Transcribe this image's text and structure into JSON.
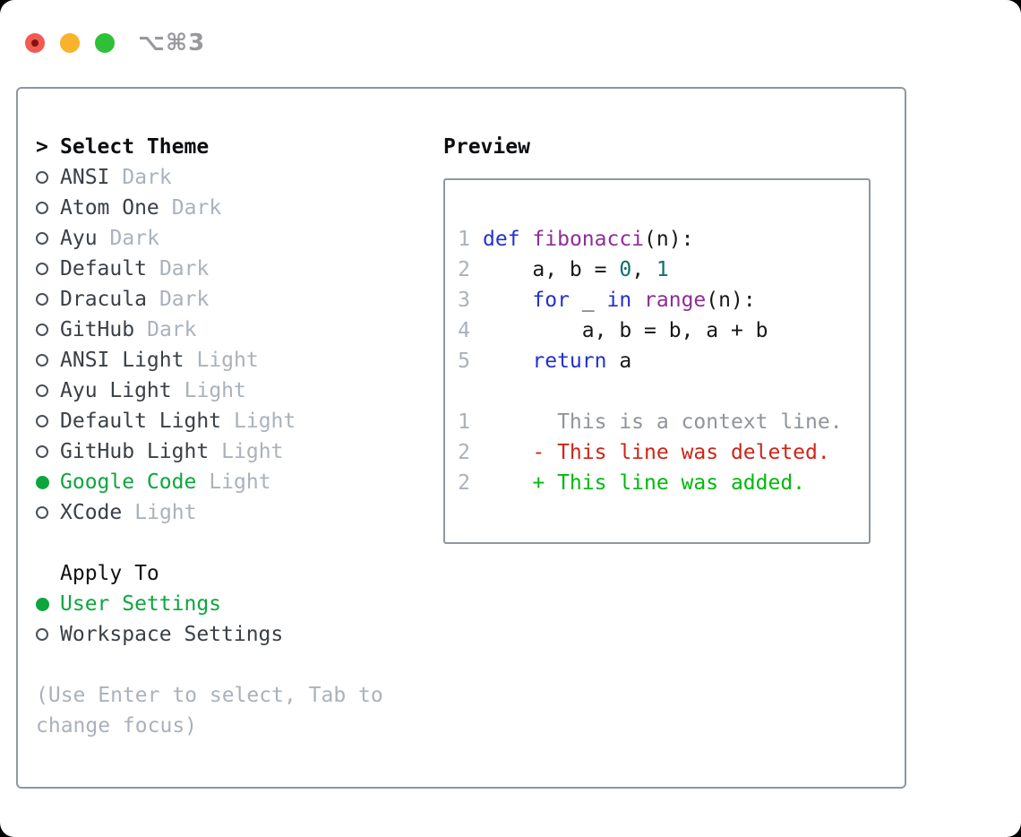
{
  "window": {
    "title": "⌥⌘3"
  },
  "colors": {
    "accent_green": "#0da63d",
    "diff_red": "#cd2517",
    "diff_green": "#00b90d",
    "code_keyword": "#2430cc",
    "code_function": "#8e2d96",
    "code_literal": "#0e6f6e",
    "muted_gray": "#a9b2bc",
    "item_text": "#3a4047",
    "border_gray": "#8d97a3",
    "traffic_red": "#f15b51",
    "traffic_yellow": "#f9b22a",
    "traffic_green": "#2ec138"
  },
  "selector": {
    "prompt": ">",
    "title": "Select Theme",
    "themes": [
      {
        "name": "ANSI",
        "variant": "Dark",
        "selected": false
      },
      {
        "name": "Atom One",
        "variant": "Dark",
        "selected": false
      },
      {
        "name": "Ayu",
        "variant": "Dark",
        "selected": false
      },
      {
        "name": "Default",
        "variant": "Dark",
        "selected": false
      },
      {
        "name": "Dracula",
        "variant": "Dark",
        "selected": false
      },
      {
        "name": "GitHub",
        "variant": "Dark",
        "selected": false
      },
      {
        "name": "ANSI Light",
        "variant": "Light",
        "selected": false
      },
      {
        "name": "Ayu Light",
        "variant": "Light",
        "selected": false
      },
      {
        "name": "Default Light",
        "variant": "Light",
        "selected": false
      },
      {
        "name": "GitHub Light",
        "variant": "Light",
        "selected": false
      },
      {
        "name": "Google Code",
        "variant": "Light",
        "selected": true
      },
      {
        "name": "XCode",
        "variant": "Light",
        "selected": false
      }
    ],
    "apply_to": {
      "label": "Apply To",
      "options": [
        {
          "label": "User Settings",
          "selected": true
        },
        {
          "label": "Workspace Settings",
          "selected": false
        }
      ]
    },
    "hint": "(Use Enter to select, Tab to change focus)"
  },
  "preview": {
    "label": "Preview",
    "lines": [
      {
        "num": "1",
        "segments": [
          {
            "t": "def",
            "c": "kw"
          },
          {
            "t": " ",
            "c": "plain"
          },
          {
            "t": "fibonacci",
            "c": "fn"
          },
          {
            "t": "(n):",
            "c": "plain"
          }
        ]
      },
      {
        "num": "2",
        "segments": [
          {
            "t": "    a, b = ",
            "c": "plain"
          },
          {
            "t": "0",
            "c": "lit"
          },
          {
            "t": ", ",
            "c": "plain"
          },
          {
            "t": "1",
            "c": "lit"
          }
        ]
      },
      {
        "num": "3",
        "segments": [
          {
            "t": "    ",
            "c": "plain"
          },
          {
            "t": "for",
            "c": "kw"
          },
          {
            "t": " _ ",
            "c": "plain"
          },
          {
            "t": "in",
            "c": "kw"
          },
          {
            "t": " ",
            "c": "plain"
          },
          {
            "t": "range",
            "c": "fn"
          },
          {
            "t": "(n):",
            "c": "plain"
          }
        ]
      },
      {
        "num": "4",
        "segments": [
          {
            "t": "        a, b = b, a + b",
            "c": "plain"
          }
        ]
      },
      {
        "num": "5",
        "segments": [
          {
            "t": "    ",
            "c": "plain"
          },
          {
            "t": "return",
            "c": "kw"
          },
          {
            "t": " a",
            "c": "plain"
          }
        ]
      },
      {
        "num": "",
        "segments": []
      },
      {
        "num": "1",
        "segments": [
          {
            "t": "      This is a context line.",
            "c": "ctx"
          }
        ]
      },
      {
        "num": "2",
        "segments": [
          {
            "t": "    - This line was deleted.",
            "c": "del"
          }
        ]
      },
      {
        "num": "2",
        "segments": [
          {
            "t": "    + This line was added.",
            "c": "add"
          }
        ]
      }
    ]
  }
}
